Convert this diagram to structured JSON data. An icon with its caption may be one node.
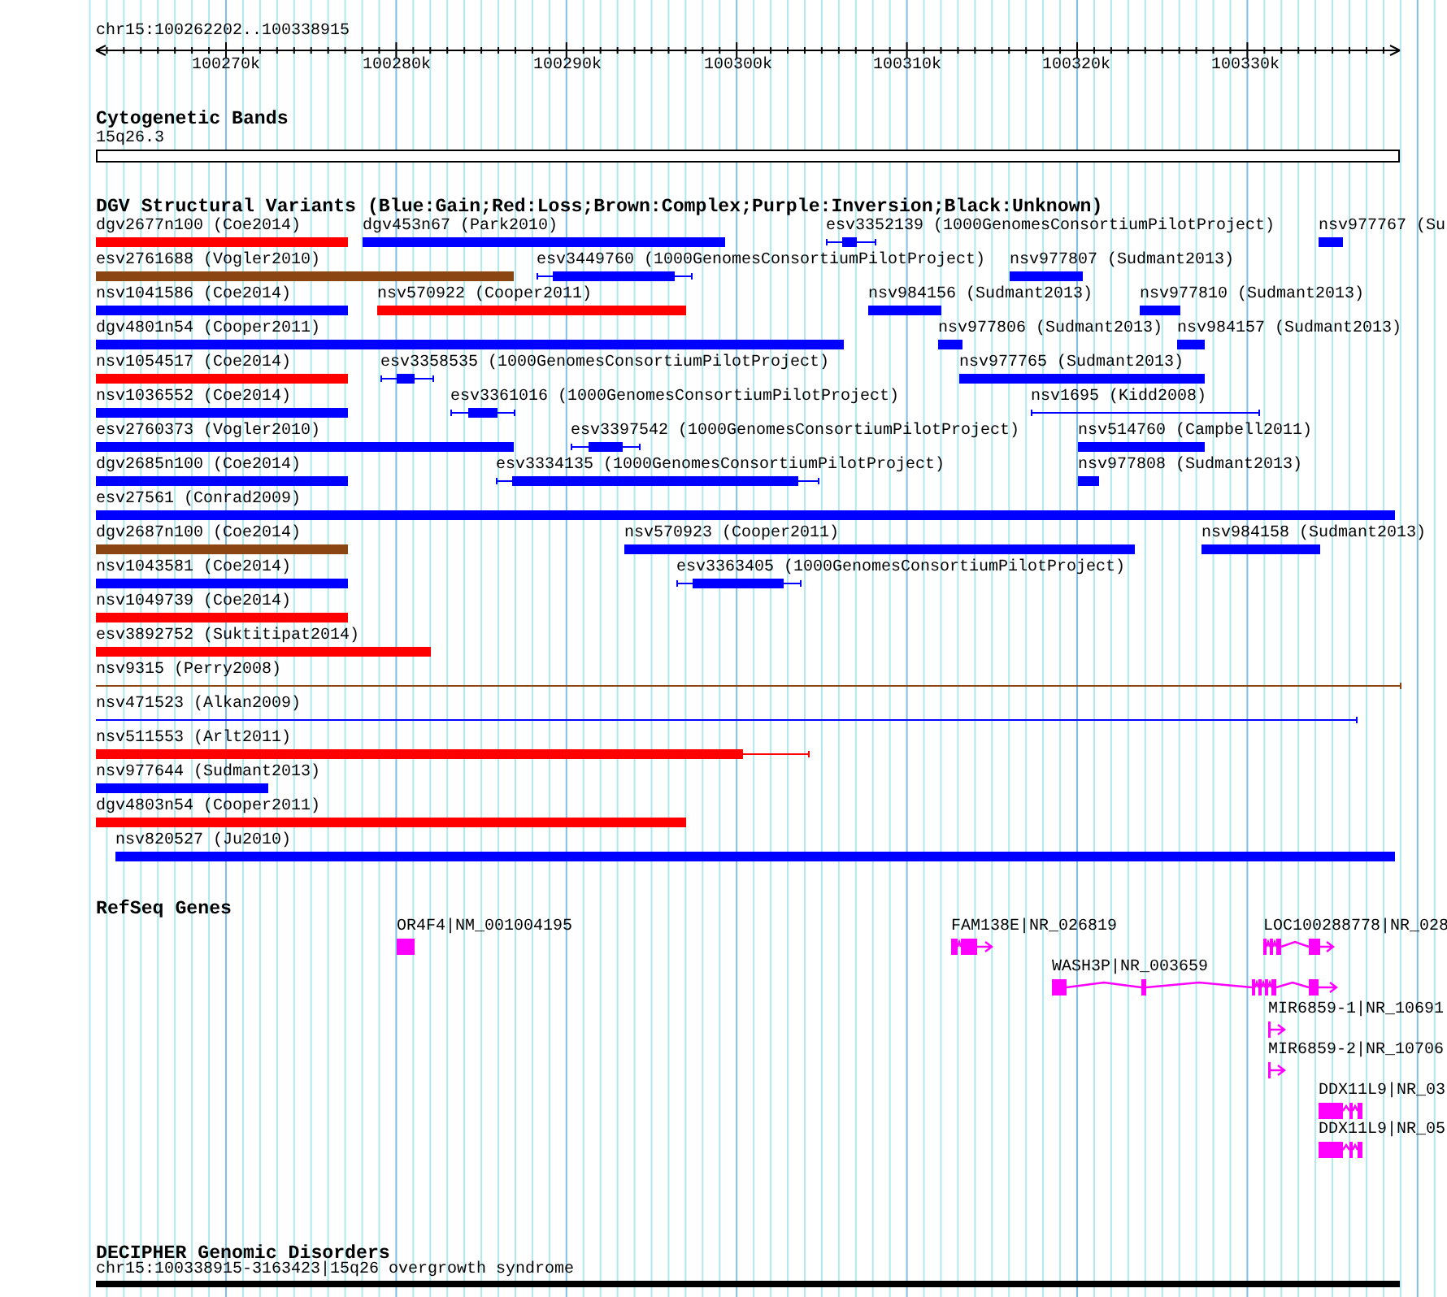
{
  "diagram": {
    "nodes": [
      {
        "text": [
          "15q26.3"
        ]
      },
      {
        "text": [
          "dgv2677n100 (Coe2014)"
        ]
      },
      {
        "text": [
          "dgv453n67 (Park2010)"
        ]
      },
      {
        "text": [
          "esv3352139 (1000GenomesConsortiumPilotProject)"
        ]
      },
      {
        "text": [
          "nsv977767 (Su"
        ]
      },
      {
        "text": [
          "esv2761688 (Vogler2010)"
        ]
      },
      {
        "text": [
          "esv3449760 (1000GenomesConsortiumPilotProject)"
        ]
      },
      {
        "text": [
          "nsv977807 (Sudmant2013)"
        ]
      },
      {
        "text": [
          "nsv1041586 (Coe2014)"
        ]
      },
      {
        "text": [
          "nsv570922 (Cooper2011)"
        ]
      },
      {
        "text": [
          "nsv984156 (Sudmant2013)"
        ]
      },
      {
        "text": [
          "nsv977810 (Sudmant2013)"
        ]
      },
      {
        "text": [
          "dgv4801n54 (Cooper2011)"
        ]
      },
      {
        "text": [
          "nsv977806 (Sudmant2013)"
        ]
      },
      {
        "text": [
          "nsv984157 (Sudmant2013)"
        ]
      },
      {
        "text": [
          "nsv1054517 (Coe2014)"
        ]
      },
      {
        "text": [
          "esv3358535 (1000GenomesConsortiumPilotProject)"
        ]
      },
      {
        "text": [
          "nsv977765 (Sudmant2013)"
        ]
      },
      {
        "text": [
          "nsv1036552 (Coe2014)"
        ]
      },
      {
        "text": [
          "esv3361016 (1000GenomesConsortiumPilotProject)"
        ]
      },
      {
        "text": [
          "nsv1695 (Kidd2008)"
        ]
      },
      {
        "text": [
          "esv2760373 (Vogler2010)"
        ]
      },
      {
        "text": [
          "esv3397542 (1000GenomesConsortiumPilotProject)"
        ]
      },
      {
        "text": [
          "nsv514760 (Campbell2011)"
        ]
      },
      {
        "text": [
          "dgv2685n100 (Coe2014)"
        ]
      },
      {
        "text": [
          "esv3334135 (1000GenomesConsortiumPilotProject)"
        ]
      },
      {
        "text": [
          "nsv977808 (Sudmant2013)"
        ]
      },
      {
        "text": [
          "esv27561 (Conrad2009)"
        ]
      },
      {
        "text": [
          "dgv2687n100 (Coe2014)"
        ]
      },
      {
        "text": [
          "nsv570923 (Cooper2011)"
        ]
      },
      {
        "text": [
          "nsv984158 (Sudmant2013)"
        ]
      },
      {
        "text": [
          "nsv1043581 (Coe2014)"
        ]
      },
      {
        "text": [
          "esv3363405 (1000GenomesConsortiumPilotProject)"
        ]
      },
      {
        "text": [
          "nsv1049739 (Coe2014)"
        ]
      },
      {
        "text": [
          "esv3892752 (Suktitipat2014)"
        ]
      },
      {
        "text": [
          "nsv9315 (Perry2008)"
        ]
      },
      {
        "text": [
          "nsv471523 (Alkan2009)"
        ]
      },
      {
        "text": [
          "nsv511553 (Arlt2011)"
        ]
      },
      {
        "text": [
          "nsv977644 (Sudmant2013)"
        ]
      },
      {
        "text": [
          "dgv4803n54 (Cooper2011)"
        ]
      },
      {
        "text": [
          "nsv820527 (Ju2010)"
        ]
      },
      {
        "text": [
          "OR4F4|NM_001004195"
        ]
      },
      {
        "text": [
          "FAM138E|NR_026819"
        ]
      },
      {
        "text": [
          "LOC100288778|NR_028"
        ]
      },
      {
        "text": [
          "WASH3P|NR_003659"
        ]
      },
      {
        "text": [
          "MIR6859-1|NR_10691"
        ]
      },
      {
        "text": [
          "MIR6859-2|NR_10706"
        ]
      },
      {
        "text": [
          "DDX11L9|NR_03"
        ]
      },
      {
        "text": [
          "DDX11L9|NR_05"
        ]
      },
      {
        "text": [
          "chr15:100338915-3163423|15q26 overgrowth syndrome"
        ]
      }
    ],
    "labels": [
      "chr15:100262202..100338915",
      "100270k",
      "100280k",
      "100290k",
      "100300k",
      "100310k",
      "100320k",
      "100330k",
      "Cytogenetic Bands",
      "DGV Structural Variants (Blue:Gain;Red:Loss;Brown:Complex;Purple:Inversion;Black:Unknown)",
      "RefSeq Genes",
      "DECIPHER Genomic Disorders"
    ]
  }
}
